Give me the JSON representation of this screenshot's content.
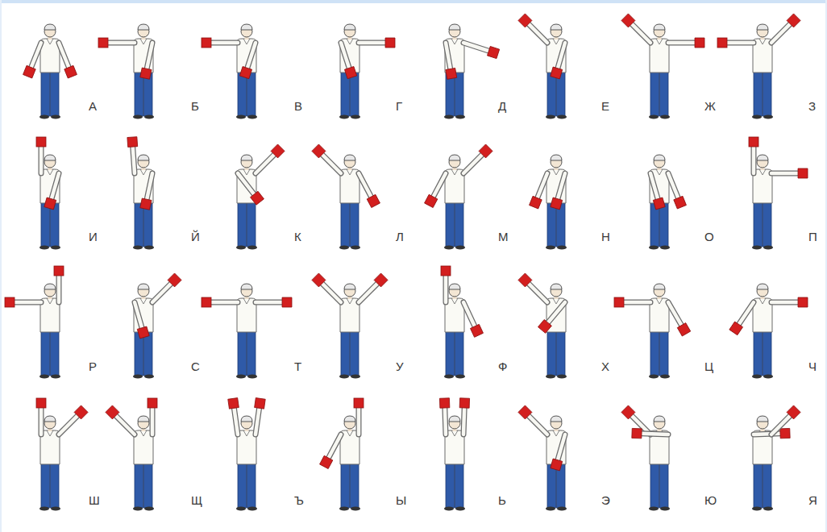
{
  "diagram": {
    "labels": [
      "А",
      "Б",
      "В",
      "Г",
      "Д",
      "Е",
      "Ж",
      "З",
      "И",
      "Й",
      "К",
      "Л",
      "М",
      "Н",
      "О",
      "П",
      "Р",
      "С",
      "Т",
      "У",
      "Ф",
      "Х",
      "Ц",
      "Ч",
      "Ш",
      "Щ",
      "Ъ",
      "Ы",
      "Ь",
      "Э",
      "Ю",
      "Я"
    ]
  }
}
